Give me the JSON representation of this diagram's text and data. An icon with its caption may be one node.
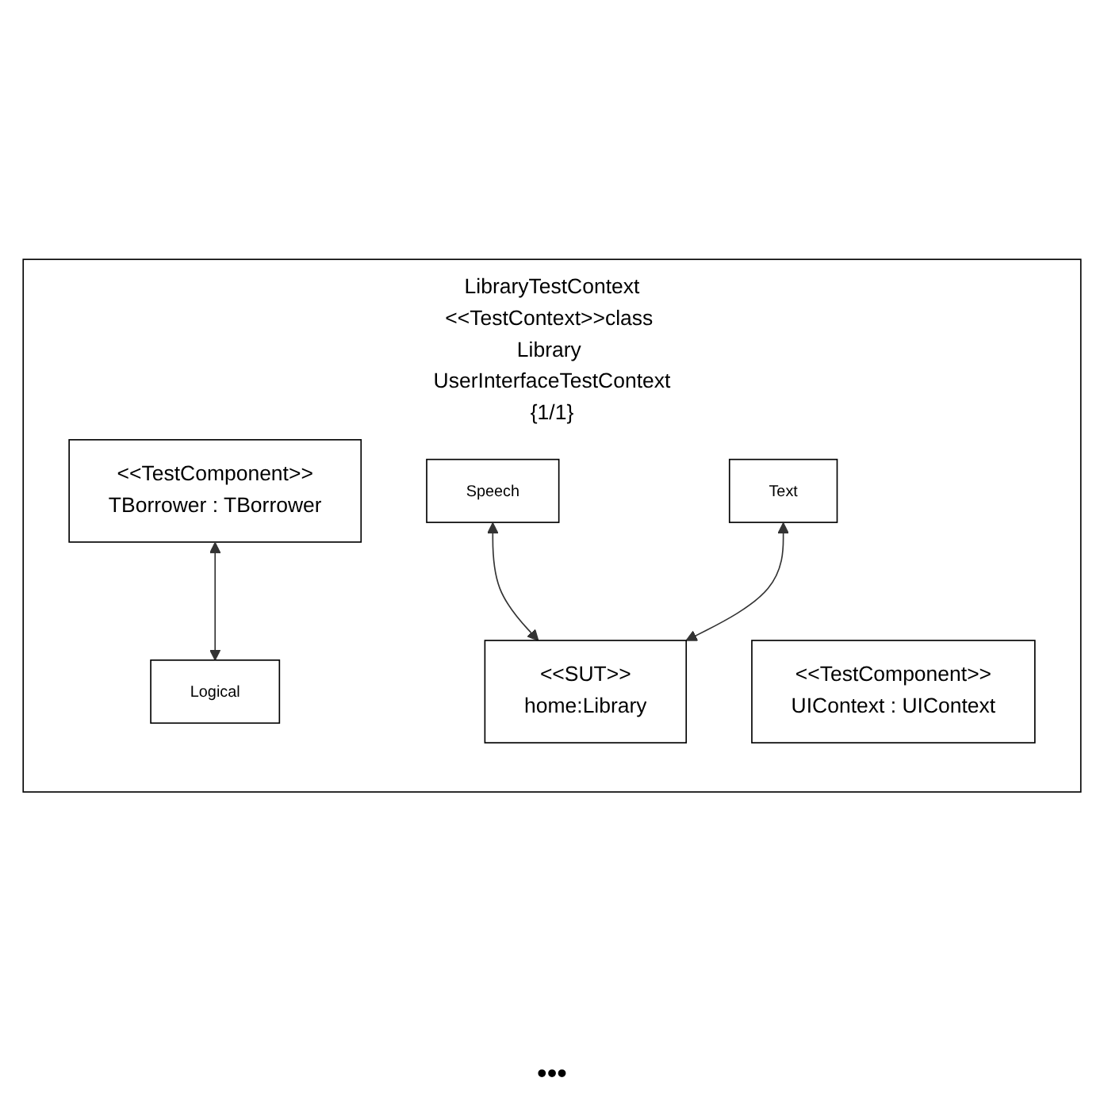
{
  "diagram": {
    "nodes": [
      {
        "text": [
          "LibraryTestContext",
          "<<TestContext>>class Library UserInterfaceTestContext",
          "{1/1}"
        ]
      },
      {
        "text": [
          "<<TestComponent>>",
          "TBorrower : TBorrower"
        ],
        "in": 0
      },
      {
        "text": [
          "<<TestComponent>>",
          "UIContext : UIContext"
        ],
        "in": 0
      },
      {
        "text": [
          "Logical"
        ],
        "in": 0
      },
      {
        "text": [
          "Speech"
        ],
        "in": 0
      },
      {
        "text": [
          "Text"
        ],
        "in": 0
      },
      {
        "text": [
          "<<SUT>>",
          "home:Library"
        ],
        "in": 0
      }
    ],
    "edges": [
      {
        "from": 1,
        "to": 3,
        "arrow": "both"
      },
      {
        "from": 4,
        "to": 6,
        "arrow": "both"
      },
      {
        "from": 5,
        "to": 6,
        "arrow": "both"
      }
    ],
    "labels": [
      "•••"
    ]
  }
}
